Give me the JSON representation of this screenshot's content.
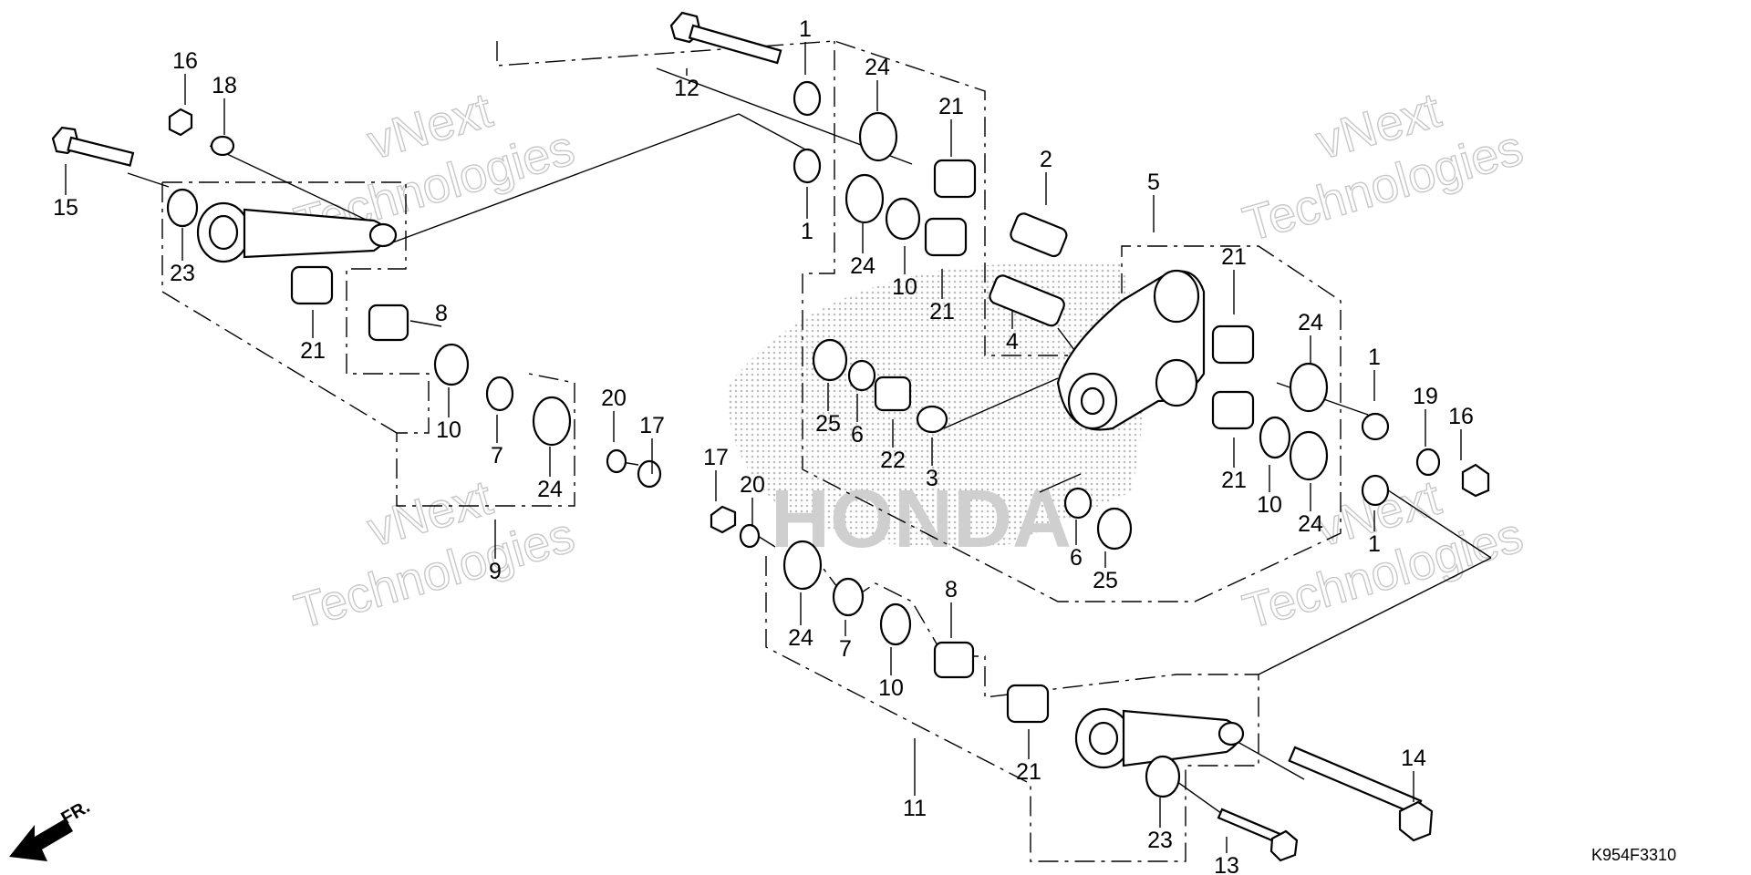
{
  "diagram": {
    "drawing_code": "K954F3310",
    "watermark_lines": [
      "vNext",
      "Technologies"
    ],
    "background_brand": "HONDA",
    "direction_label": "FR.",
    "callouts": [
      {
        "id": "c1a",
        "label": "1"
      },
      {
        "id": "c1b",
        "label": "1"
      },
      {
        "id": "c1c",
        "label": "1"
      },
      {
        "id": "c1d",
        "label": "1"
      },
      {
        "id": "c2",
        "label": "2"
      },
      {
        "id": "c3",
        "label": "3"
      },
      {
        "id": "c4",
        "label": "4"
      },
      {
        "id": "c5",
        "label": "5"
      },
      {
        "id": "c6a",
        "label": "6"
      },
      {
        "id": "c6b",
        "label": "6"
      },
      {
        "id": "c7a",
        "label": "7"
      },
      {
        "id": "c7b",
        "label": "7"
      },
      {
        "id": "c8a",
        "label": "8"
      },
      {
        "id": "c8b",
        "label": "8"
      },
      {
        "id": "c9",
        "label": "9"
      },
      {
        "id": "c10a",
        "label": "10"
      },
      {
        "id": "c10b",
        "label": "10"
      },
      {
        "id": "c10c",
        "label": "10"
      },
      {
        "id": "c10d",
        "label": "10"
      },
      {
        "id": "c11",
        "label": "11"
      },
      {
        "id": "c12",
        "label": "12"
      },
      {
        "id": "c13",
        "label": "13"
      },
      {
        "id": "c14",
        "label": "14"
      },
      {
        "id": "c15",
        "label": "15"
      },
      {
        "id": "c16a",
        "label": "16"
      },
      {
        "id": "c16b",
        "label": "16"
      },
      {
        "id": "c17a",
        "label": "17"
      },
      {
        "id": "c17b",
        "label": "17"
      },
      {
        "id": "c18",
        "label": "18"
      },
      {
        "id": "c19",
        "label": "19"
      },
      {
        "id": "c20a",
        "label": "20"
      },
      {
        "id": "c20b",
        "label": "20"
      },
      {
        "id": "c21a",
        "label": "21"
      },
      {
        "id": "c21b",
        "label": "21"
      },
      {
        "id": "c21c",
        "label": "21"
      },
      {
        "id": "c21d",
        "label": "21"
      },
      {
        "id": "c21e",
        "label": "21"
      },
      {
        "id": "c21f",
        "label": "21"
      },
      {
        "id": "c22",
        "label": "22"
      },
      {
        "id": "c23a",
        "label": "23"
      },
      {
        "id": "c23b",
        "label": "23"
      },
      {
        "id": "c24a",
        "label": "24"
      },
      {
        "id": "c24b",
        "label": "24"
      },
      {
        "id": "c24c",
        "label": "24"
      },
      {
        "id": "c24d",
        "label": "24"
      },
      {
        "id": "c24e",
        "label": "24"
      },
      {
        "id": "c24f",
        "label": "24"
      },
      {
        "id": "c25a",
        "label": "25"
      },
      {
        "id": "c25b",
        "label": "25"
      }
    ]
  }
}
